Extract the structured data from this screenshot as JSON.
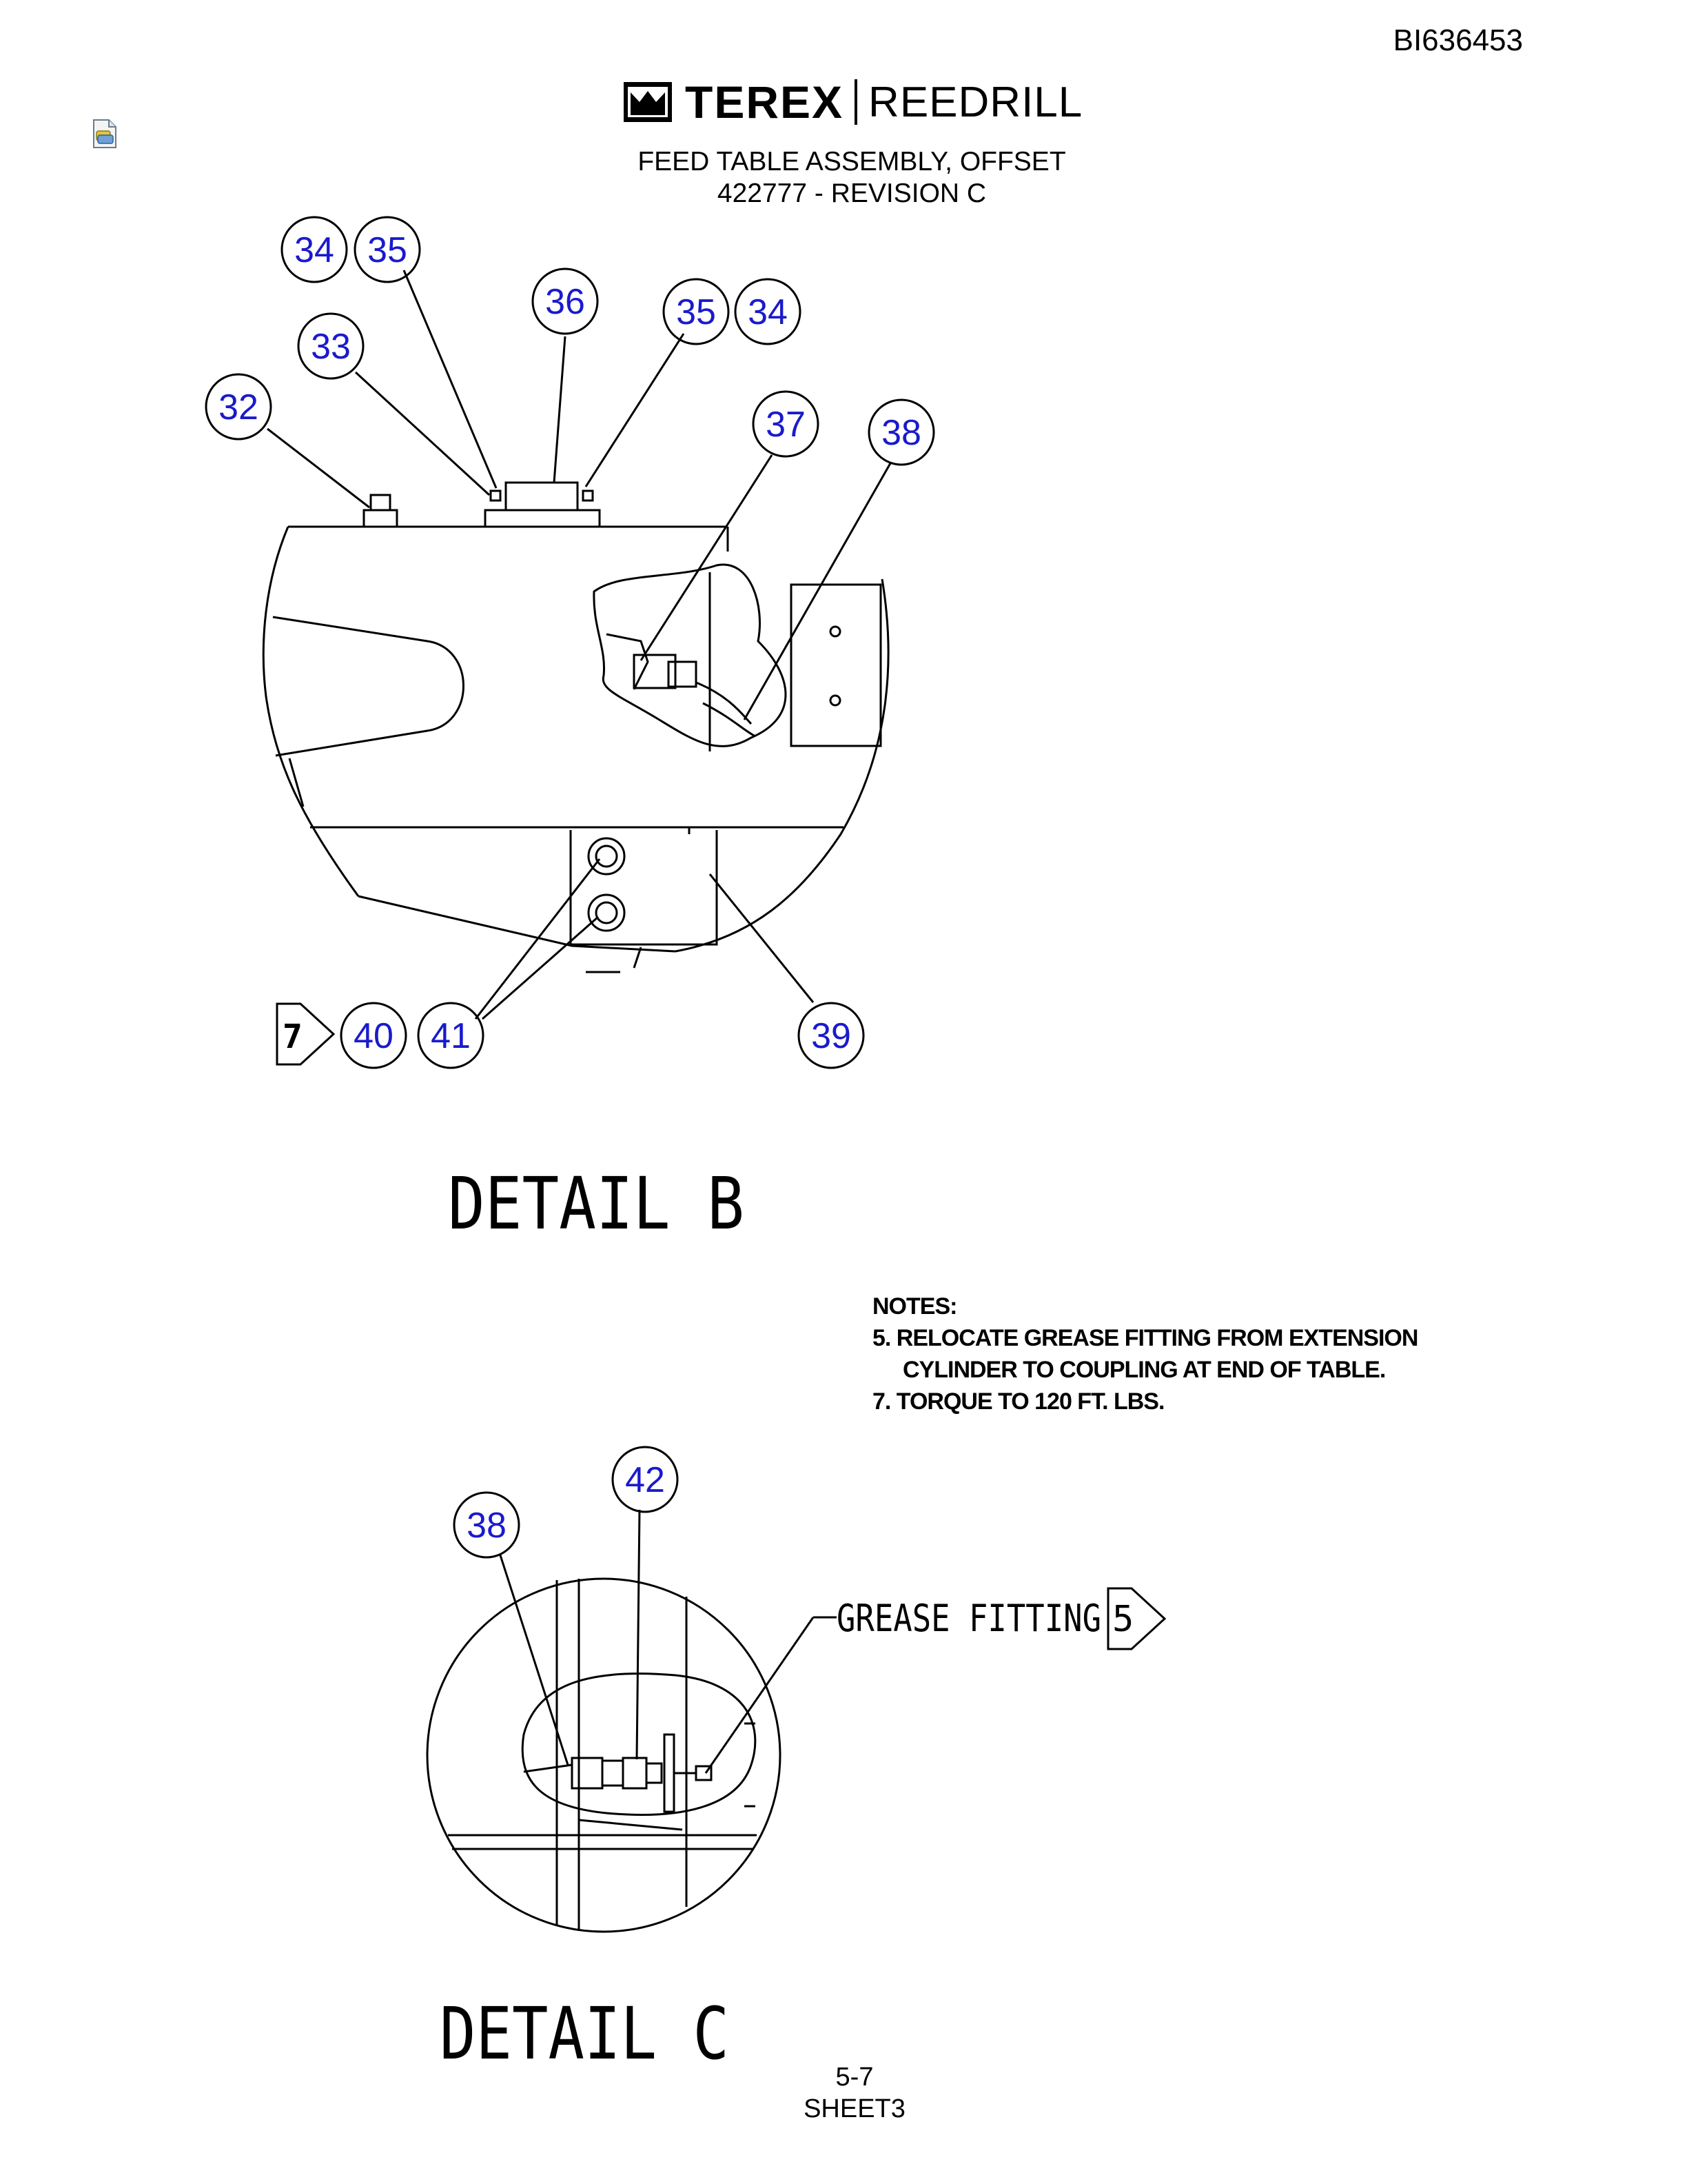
{
  "header": {
    "doc_id": "BI636453",
    "brand": "TEREX",
    "brand_sub": "REEDRILL",
    "title_line1": "FEED TABLE ASSEMBLY, OFFSET",
    "title_line2": "422777 - REVISION C"
  },
  "detail_b": {
    "label": "DETAIL  B",
    "note_flag": "7",
    "balloons": [
      "34",
      "35",
      "36",
      "35",
      "34",
      "33",
      "32",
      "37",
      "38",
      "40",
      "41",
      "39"
    ]
  },
  "notes": {
    "heading": "NOTES:",
    "note5_line1": "5. RELOCATE GREASE FITTING FROM EXTENSION",
    "note5_line2": "CYLINDER TO COUPLING AT END OF TABLE.",
    "note7": "7. TORQUE TO 120 FT. LBS."
  },
  "detail_c": {
    "label": "DETAIL  C",
    "callout": "GREASE FITTING",
    "note_flag": "5",
    "balloons": [
      "38",
      "42"
    ]
  },
  "footer": {
    "page": "5-7",
    "sheet": "SHEET3"
  },
  "colors": {
    "balloon_text": "#1a1acc",
    "line": "#000000"
  }
}
